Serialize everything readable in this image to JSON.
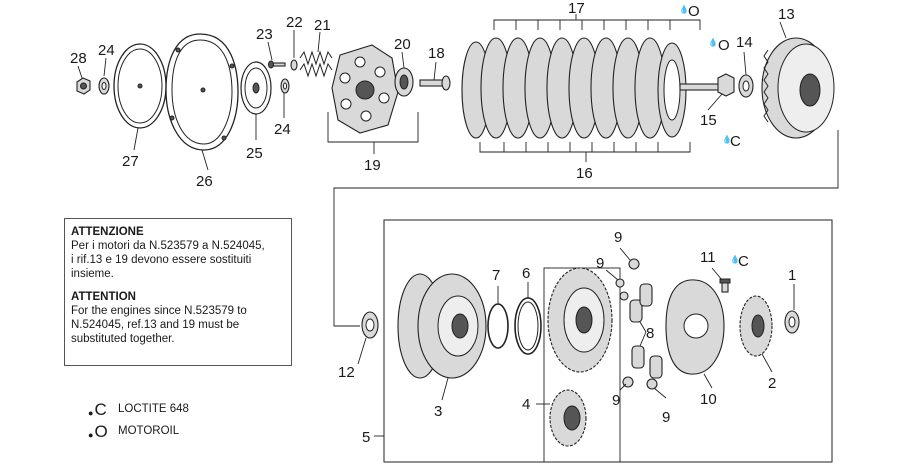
{
  "note": {
    "it_heading": "ATTENZIONE",
    "it_line1": "Per i motori da N.523579 a N.524045,",
    "it_line2": "i rif.13 e 19 devono essere sostituiti",
    "it_line3": "insieme.",
    "en_heading": "ATTENTION",
    "en_line1": "For the engines since N.523579 to",
    "en_line2": "N.524045, ref.13 and 19 must be",
    "en_line3": "substituted together."
  },
  "legend": {
    "items": [
      {
        "symbol": "C",
        "label": "LOCTITE 648"
      },
      {
        "symbol": "O",
        "label": "MOTOROIL"
      }
    ]
  },
  "markers": {
    "oil": "O",
    "loctite": "C"
  },
  "callouts": {
    "c1": "1",
    "c2": "2",
    "c3": "3",
    "c4": "4",
    "c5": "5",
    "c6": "6",
    "c7": "7",
    "c8": "8",
    "c9a": "9",
    "c9b": "9",
    "c9c": "9",
    "c9d": "9",
    "c10": "10",
    "c11": "11",
    "c12": "12",
    "c13": "13",
    "c14": "14",
    "c15": "15",
    "c16": "16",
    "c17": "17",
    "c18": "18",
    "c19": "19",
    "c20": "20",
    "c21": "21",
    "c22": "22",
    "c23": "23",
    "c24a": "24",
    "c24b": "24",
    "c25": "25",
    "c26": "26",
    "c27": "27",
    "c28": "28"
  },
  "colors": {
    "line": "#222222",
    "part_fill": "#d9d9d9"
  }
}
